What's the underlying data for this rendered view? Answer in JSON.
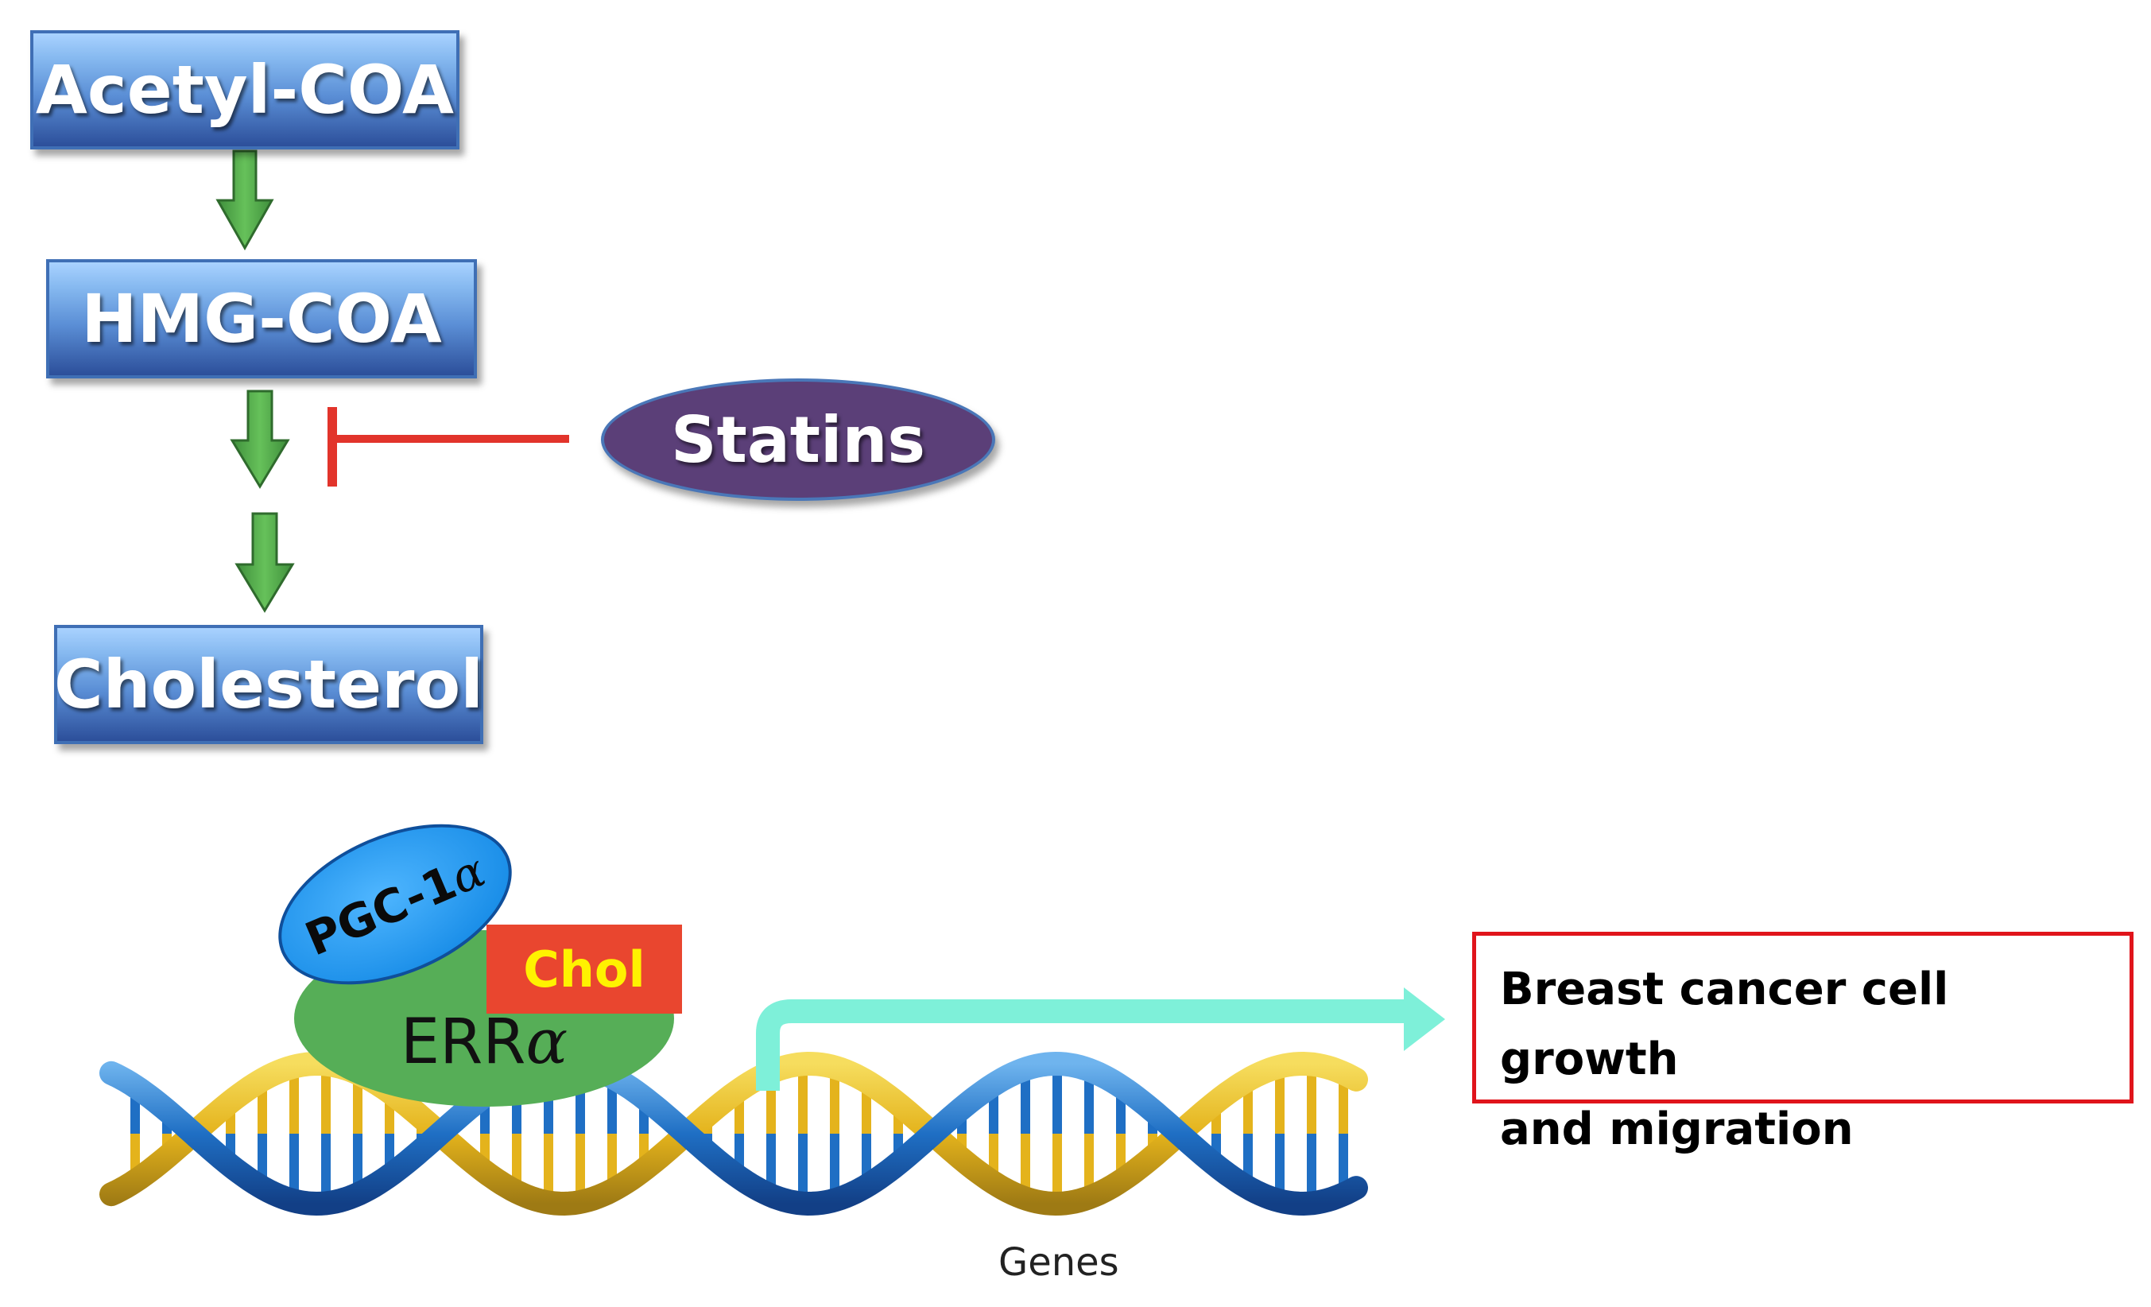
{
  "pathway": {
    "steps": [
      "Acetyl-COA",
      "HMG-COA",
      "Cholesterol"
    ],
    "inhibitor": "Statins"
  },
  "complex": {
    "coactivator": "PGC-1",
    "coactivator_greek": "α",
    "receptor": "ERR",
    "receptor_greek": "α",
    "ligand": "Chol"
  },
  "dna": {
    "label": "Genes"
  },
  "outcome": {
    "line1": "Breast cancer cell growth",
    "line2": "and migration"
  },
  "colors": {
    "step_box_top": "#a9d2ff",
    "step_box_bottom": "#2c4f9a",
    "arrow_green": "#57b04a",
    "inhibition_red": "#e2342b",
    "statins_purple": "#5b3f78",
    "pgc_blue": "#1a8ee8",
    "erra_green": "#56ae57",
    "chol_red": "#e9462f",
    "chol_text_yellow": "#fff200",
    "transcription_arrow": "#7ef0d9",
    "dna_blue": "#1f6fc4",
    "dna_gold": "#e4b31c",
    "outcome_border": "#e0141b"
  }
}
